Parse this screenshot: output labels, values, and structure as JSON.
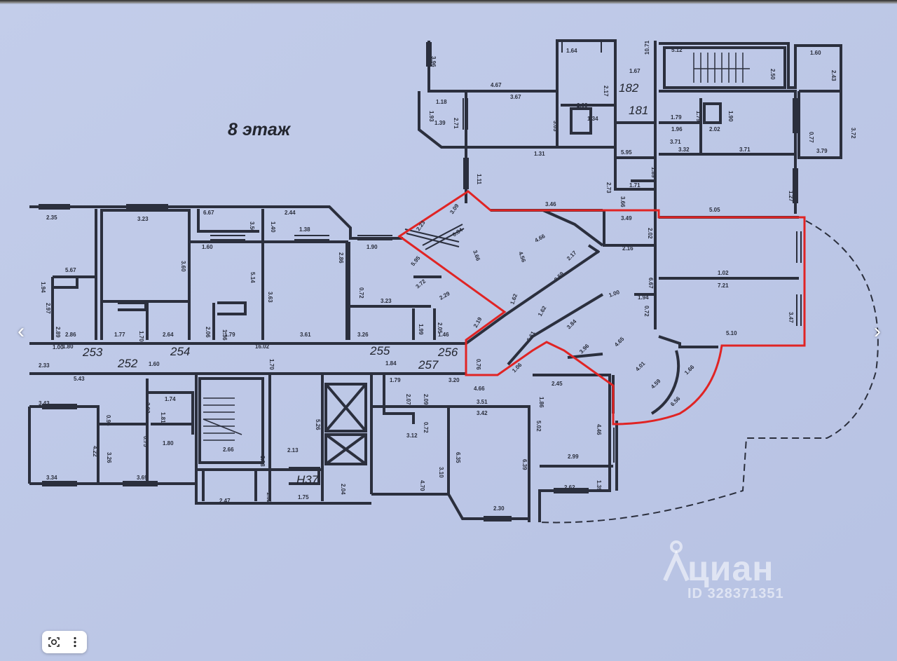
{
  "plan": {
    "floor_title": "8 этаж",
    "unit_numbers": [
      "182",
      "181",
      "253",
      "254",
      "255",
      "256",
      "252",
      "257",
      "Н37"
    ],
    "dimensions": [
      "3.96",
      "1.64",
      "1.67",
      "10.71",
      "5.12",
      "2.50",
      "1.60",
      "2.43",
      "4.67",
      "3.67",
      "2.17",
      "1.93",
      "1.18",
      "2.71",
      "1.39",
      "3.03",
      "2.09",
      "1.34",
      "1.79",
      "1.79",
      "1.90",
      "1.96",
      "2.02",
      "0.77",
      "3.72",
      "3.71",
      "3.71",
      "3.79",
      "1.31",
      "5.95",
      "3.32",
      "1.89",
      "1.11",
      "2.73",
      "3.66",
      "1.71",
      "1.27",
      "3.46",
      "5.05",
      "6.67",
      "2.44",
      "2.35",
      "3.23",
      "3.56",
      "1.40",
      "1.38",
      "3.49",
      "2.02",
      "1.60",
      "2.86",
      "1.90",
      "2.16",
      "2.23",
      "3.09",
      "0.84",
      "3.66",
      "4.56",
      "4.66",
      "3.60",
      "5.14",
      "3.63",
      "5.95",
      "2.17",
      "1.02",
      "5.67",
      "1.94",
      "0.72",
      "3.72",
      "2.59",
      "7.21",
      "6.67",
      "3.23",
      "2.29",
      "1.62",
      "1.00",
      "1.94",
      "0.72",
      "2.97",
      "2.89",
      "2.86",
      "1.77",
      "1.70",
      "2.64",
      "2.06",
      "1.36",
      "1.79",
      "3.61",
      "3.26",
      "1.99",
      "2.05",
      "1.46",
      "2.19",
      "1.62",
      "3.84",
      "4.65",
      "3.47",
      "1.80",
      "1.00",
      "16.02",
      "1.70",
      "6.61",
      "0.76",
      "3.96",
      "4.01",
      "5.10",
      "2.33",
      "1.60",
      "1.84",
      "1.06",
      "4.59",
      "1.66",
      "5.43",
      "3.20",
      "1.79",
      "2.07",
      "2.09",
      "4.66",
      "2.45",
      "6.56",
      "3.43",
      "2.93",
      "1.74",
      "1.81",
      "3.51",
      "3.42",
      "1.86",
      "0.96",
      "0.75",
      "4.22",
      "3.26",
      "1.80",
      "5.26",
      "0.72",
      "5.02",
      "4.46",
      "3.12",
      "2.66",
      "3.08",
      "2.13",
      "3.10",
      "4.70",
      "6.35",
      "6.39",
      "2.99",
      "3.34",
      "3.69",
      "1.92",
      "2.04",
      "1.75",
      "2.62",
      "1.39",
      "2.47",
      "2.30"
    ]
  },
  "watermark": {
    "brand": "циан",
    "listing_id": "ID 328371351"
  },
  "viewer": {
    "prev_icon": "chevron-left-icon",
    "next_icon": "chevron-right-icon",
    "prev_glyph": "‹",
    "next_glyph": "›",
    "toolbar_icons": [
      "camera-search-icon",
      "more-vertical-icon"
    ]
  },
  "colors": {
    "paper": "#bcc7e6",
    "lines": "#2b2f3d",
    "highlight": "#e02424"
  }
}
